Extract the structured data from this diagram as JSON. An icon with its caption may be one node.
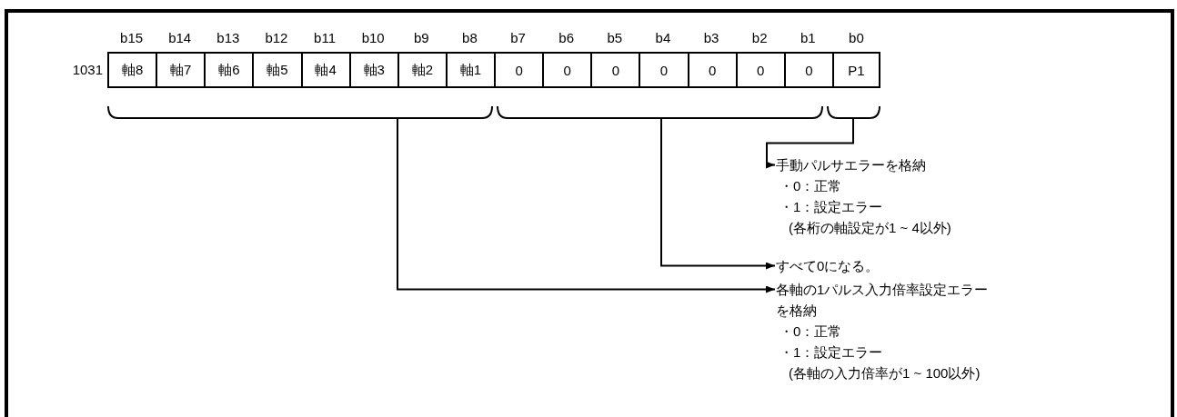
{
  "diagram": {
    "nodes": [
      {
        "text": [
          "軸8"
        ]
      },
      {
        "text": [
          "軸7"
        ]
      },
      {
        "text": [
          "軸6"
        ]
      },
      {
        "text": [
          "軸5"
        ]
      },
      {
        "text": [
          "軸4"
        ]
      },
      {
        "text": [
          "軸3"
        ]
      },
      {
        "text": [
          "軸2"
        ]
      },
      {
        "text": [
          "軸1"
        ]
      },
      {
        "text": [
          "0"
        ]
      },
      {
        "text": [
          "0"
        ]
      },
      {
        "text": [
          "0"
        ]
      },
      {
        "text": [
          "0"
        ]
      },
      {
        "text": [
          "0"
        ]
      },
      {
        "text": [
          "0"
        ]
      },
      {
        "text": [
          "0"
        ]
      },
      {
        "text": [
          "P1"
        ]
      },
      {
        "text": [],
        "shape": "brace"
      },
      {
        "text": [],
        "shape": "brace"
      },
      {
        "text": [],
        "shape": "brace"
      },
      {
        "text": [
          "手動パルサエラーを格納",
          "・0：正常",
          "・1：設定エラー",
          "(各桁の軸設定が1 ~ 4以外)"
        ]
      },
      {
        "text": [
          "すべて0になる。"
        ]
      },
      {
        "text": [
          "各軸の1パルス入力倍率設定エラーを格納",
          "・0：正常",
          "・1：設定エラー",
          "(各軸の入力倍率が1 ~ 100以外)"
        ]
      }
    ],
    "edges": [
      {
        "from": 18,
        "to": 19,
        "arrow": "to"
      },
      {
        "from": 17,
        "to": 20,
        "arrow": "to"
      },
      {
        "from": 16,
        "to": 21,
        "arrow": "to"
      }
    ],
    "labels": [
      "b15",
      "b14",
      "b13",
      "b12",
      "b11",
      "b10",
      "b9",
      "b8",
      "b7",
      "b6",
      "b5",
      "b4",
      "b3",
      "b2",
      "b1",
      "b0",
      "1031"
    ]
  }
}
